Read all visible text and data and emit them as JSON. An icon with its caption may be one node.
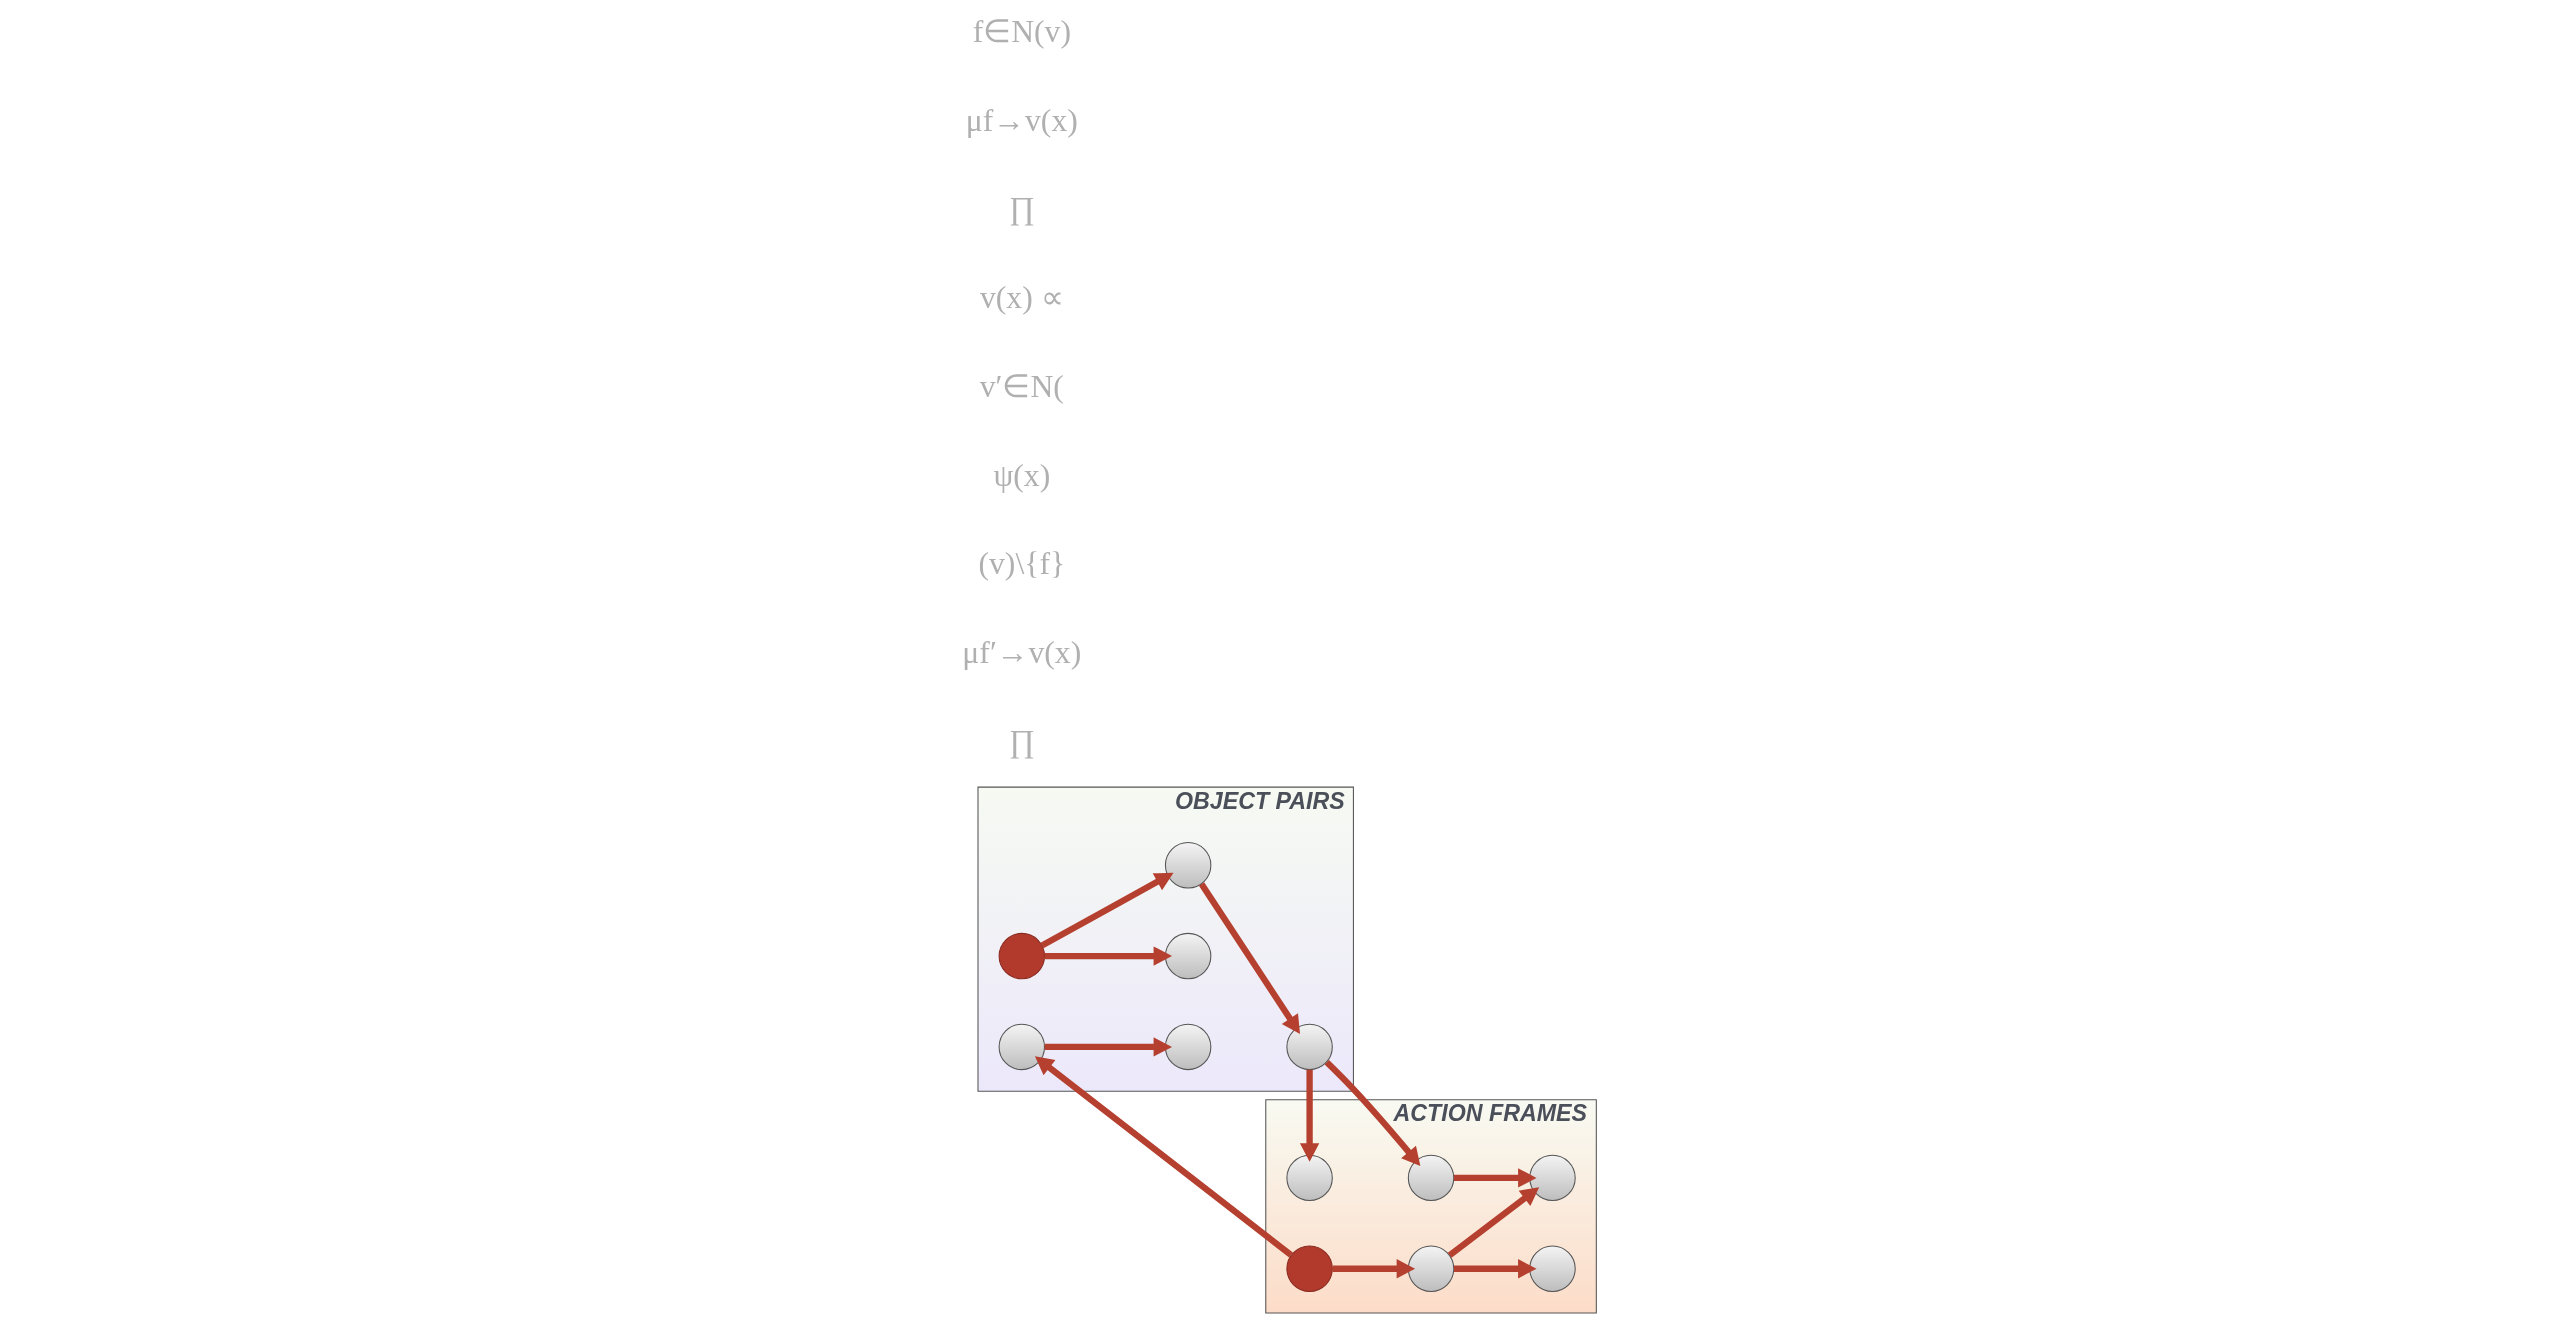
{
  "diagram": {
    "nodes": [
      {
        "text": [
          "ACTION FRAMES"
        ]
      },
      {
        "text": [
          "OBJECT PAIRS"
        ]
      },
      {
        "text": [],
        "shape": "circle",
        "in": 0
      },
      {
        "text": [],
        "shape": "circle",
        "in": 0
      },
      {
        "text": [],
        "shape": "circle",
        "in": 0
      },
      {
        "text": [],
        "shape": "circle",
        "in": 0
      },
      {
        "text": [],
        "shape": "circle",
        "in": 0
      },
      {
        "text": [],
        "shape": "circle",
        "in": 0
      },
      {
        "text": [],
        "shape": "circle",
        "in": 1
      },
      {
        "text": [],
        "shape": "circle",
        "in": 1
      },
      {
        "text": [],
        "shape": "circle",
        "in": 1
      },
      {
        "text": [],
        "shape": "circle",
        "in": 1
      },
      {
        "text": [],
        "shape": "circle",
        "in": 1
      },
      {
        "text": [],
        "shape": "circle",
        "in": 1
      }
    ],
    "edges": [
      {
        "from": 3,
        "to": 2,
        "arrow": "to"
      },
      {
        "from": 6,
        "to": 2,
        "arrow": "to"
      },
      {
        "from": 6,
        "to": 4,
        "arrow": "to"
      },
      {
        "from": 7,
        "to": 6,
        "arrow": "to"
      },
      {
        "from": 7,
        "to": 10,
        "arrow": "to"
      },
      {
        "from": 8,
        "to": 3,
        "arrow": "to"
      },
      {
        "from": 8,
        "to": 5,
        "arrow": "to"
      },
      {
        "from": 10,
        "to": 9,
        "arrow": "to"
      },
      {
        "from": 11,
        "to": 8,
        "arrow": "to"
      },
      {
        "from": 13,
        "to": 11,
        "arrow": "to"
      },
      {
        "from": 13,
        "to": 12,
        "arrow": "to"
      }
    ],
    "labels": [
      "∏",
      "μf′→v(x)",
      "(v)\\{f}",
      "ψ(x)",
      "v′∈N(",
      "v(x) ∝",
      "∏",
      "μf→v(x)",
      "f∈N(v)"
    ]
  }
}
